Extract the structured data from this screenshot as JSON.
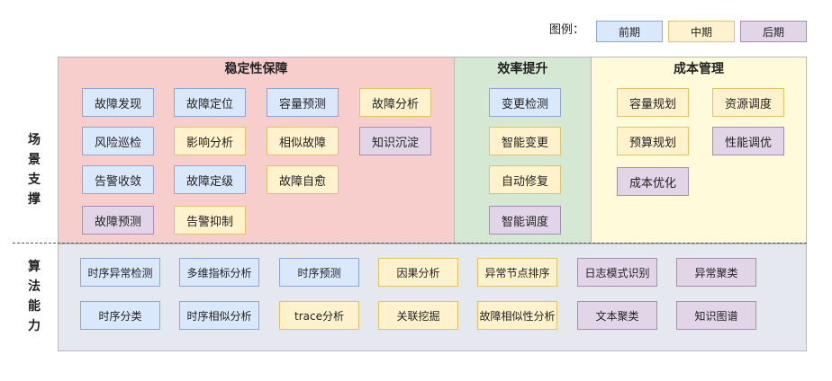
{
  "legend": {
    "title": "图例：",
    "items": [
      {
        "label": "前期",
        "stage": "early"
      },
      {
        "label": "中期",
        "stage": "mid"
      },
      {
        "label": "后期",
        "stage": "late"
      }
    ]
  },
  "colors": {
    "early_fill": "#dae8fc",
    "mid_fill": "#fff2cc",
    "late_fill": "#e1d5e7",
    "stability_panel": "#f8cecc",
    "efficiency_panel": "#d5e8d4",
    "cost_panel": "#fffad9",
    "algorithm_panel": "#e5e8ef"
  },
  "scene_label": "场景支撑",
  "algo_label": "算法能力",
  "panels": {
    "stability": {
      "title": "稳定性保障",
      "items": [
        {
          "label": "故障发现",
          "stage": "early"
        },
        {
          "label": "故障定位",
          "stage": "early"
        },
        {
          "label": "容量预测",
          "stage": "early"
        },
        {
          "label": "故障分析",
          "stage": "mid"
        },
        {
          "label": "风险巡检",
          "stage": "early"
        },
        {
          "label": "影响分析",
          "stage": "mid"
        },
        {
          "label": "相似故障",
          "stage": "mid"
        },
        {
          "label": "知识沉淀",
          "stage": "late"
        },
        {
          "label": "告警收敛",
          "stage": "early"
        },
        {
          "label": "故障定级",
          "stage": "early"
        },
        {
          "label": "故障自愈",
          "stage": "mid"
        },
        {
          "label": "故障预测",
          "stage": "late"
        },
        {
          "label": "告警抑制",
          "stage": "mid"
        }
      ]
    },
    "efficiency": {
      "title": "效率提升",
      "items": [
        {
          "label": "变更检测",
          "stage": "early"
        },
        {
          "label": "智能变更",
          "stage": "mid"
        },
        {
          "label": "自动修复",
          "stage": "mid"
        },
        {
          "label": "智能调度",
          "stage": "late"
        }
      ]
    },
    "cost": {
      "title": "成本管理",
      "items": [
        {
          "label": "容量规划",
          "stage": "mid"
        },
        {
          "label": "资源调度",
          "stage": "mid"
        },
        {
          "label": "预算规划",
          "stage": "mid"
        },
        {
          "label": "性能调优",
          "stage": "late"
        },
        {
          "label": "成本优化",
          "stage": "late"
        }
      ]
    }
  },
  "algorithms": [
    {
      "label": "时序异常检测",
      "stage": "early"
    },
    {
      "label": "多维指标分析",
      "stage": "early"
    },
    {
      "label": "时序预测",
      "stage": "early"
    },
    {
      "label": "因果分析",
      "stage": "mid"
    },
    {
      "label": "异常节点排序",
      "stage": "mid"
    },
    {
      "label": "日志模式识别",
      "stage": "late"
    },
    {
      "label": "异常聚类",
      "stage": "late"
    },
    {
      "label": "时序分类",
      "stage": "early"
    },
    {
      "label": "时序相似分析",
      "stage": "early"
    },
    {
      "label": "trace分析",
      "stage": "mid"
    },
    {
      "label": "关联挖掘",
      "stage": "mid"
    },
    {
      "label": "故障相似性分析",
      "stage": "mid"
    },
    {
      "label": "文本聚类",
      "stage": "late"
    },
    {
      "label": "知识图谱",
      "stage": "late"
    }
  ]
}
